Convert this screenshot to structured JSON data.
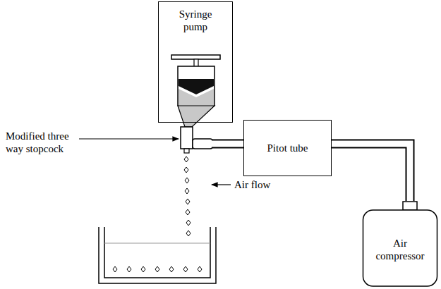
{
  "diagram": {
    "nodes": [
      {
        "text": [
          "Syringe pump"
        ]
      },
      {
        "text": [
          "Pitot tube"
        ]
      },
      {
        "text": [
          "Air compressor"
        ]
      }
    ],
    "edges": [
      {
        "from": 2,
        "to": 1,
        "arrow": "none"
      },
      {
        "from": 1,
        "to": 0,
        "arrow": "none"
      }
    ],
    "labels": [
      "Modified three way stopcock",
      "Air flow"
    ]
  }
}
